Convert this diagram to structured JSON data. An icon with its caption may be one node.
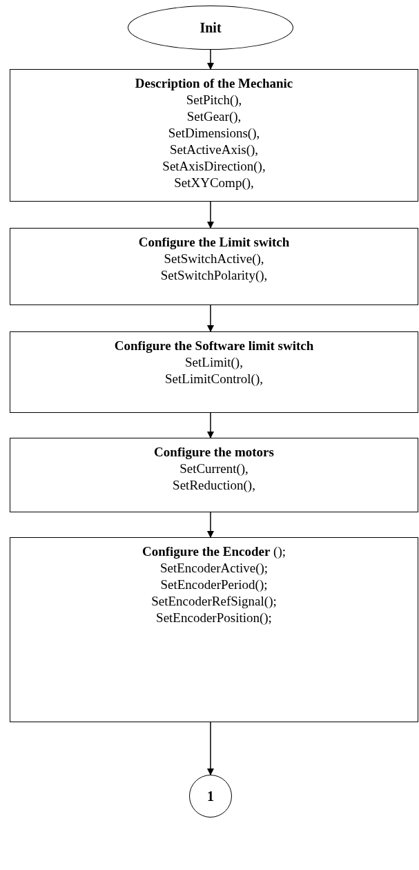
{
  "diagram": {
    "nodes": [
      {
        "text": [
          "Init"
        ]
      },
      {
        "text": [
          "Description of the Mechanic",
          "SetPitch(),",
          "SetGear(),",
          "SetDimensions(),",
          "SetActiveAxis(),",
          "SetAxisDirection(),",
          "SetXYComp(),"
        ]
      },
      {
        "text": [
          "Configure the Limit switch",
          "SetSwitchActive(),",
          "SetSwitchPolarity(),"
        ]
      },
      {
        "text": [
          "Configure the Software limit switch",
          "SetLimit(),",
          "SetLimitControl(),"
        ]
      },
      {
        "text": [
          "Configure the motors",
          "SetCurrent(),",
          "SetReduction(),"
        ]
      },
      {
        "text": [
          "**Configure the Encoder** ();",
          "SetEncoderActive();",
          "SetEncoderPeriod();",
          "SetEncoderRefSignal();",
          "SetEncoderPosition();"
        ]
      },
      {
        "text": [
          "1"
        ]
      }
    ],
    "edges": [
      {
        "from": 0,
        "to": 1,
        "arrow": "to"
      },
      {
        "from": 1,
        "to": 2,
        "arrow": "to"
      },
      {
        "from": 2,
        "to": 3,
        "arrow": "to"
      },
      {
        "from": 3,
        "to": 4,
        "arrow": "to"
      },
      {
        "from": 4,
        "to": 5,
        "arrow": "to"
      },
      {
        "from": 5,
        "to": 6,
        "arrow": "to"
      }
    ]
  }
}
